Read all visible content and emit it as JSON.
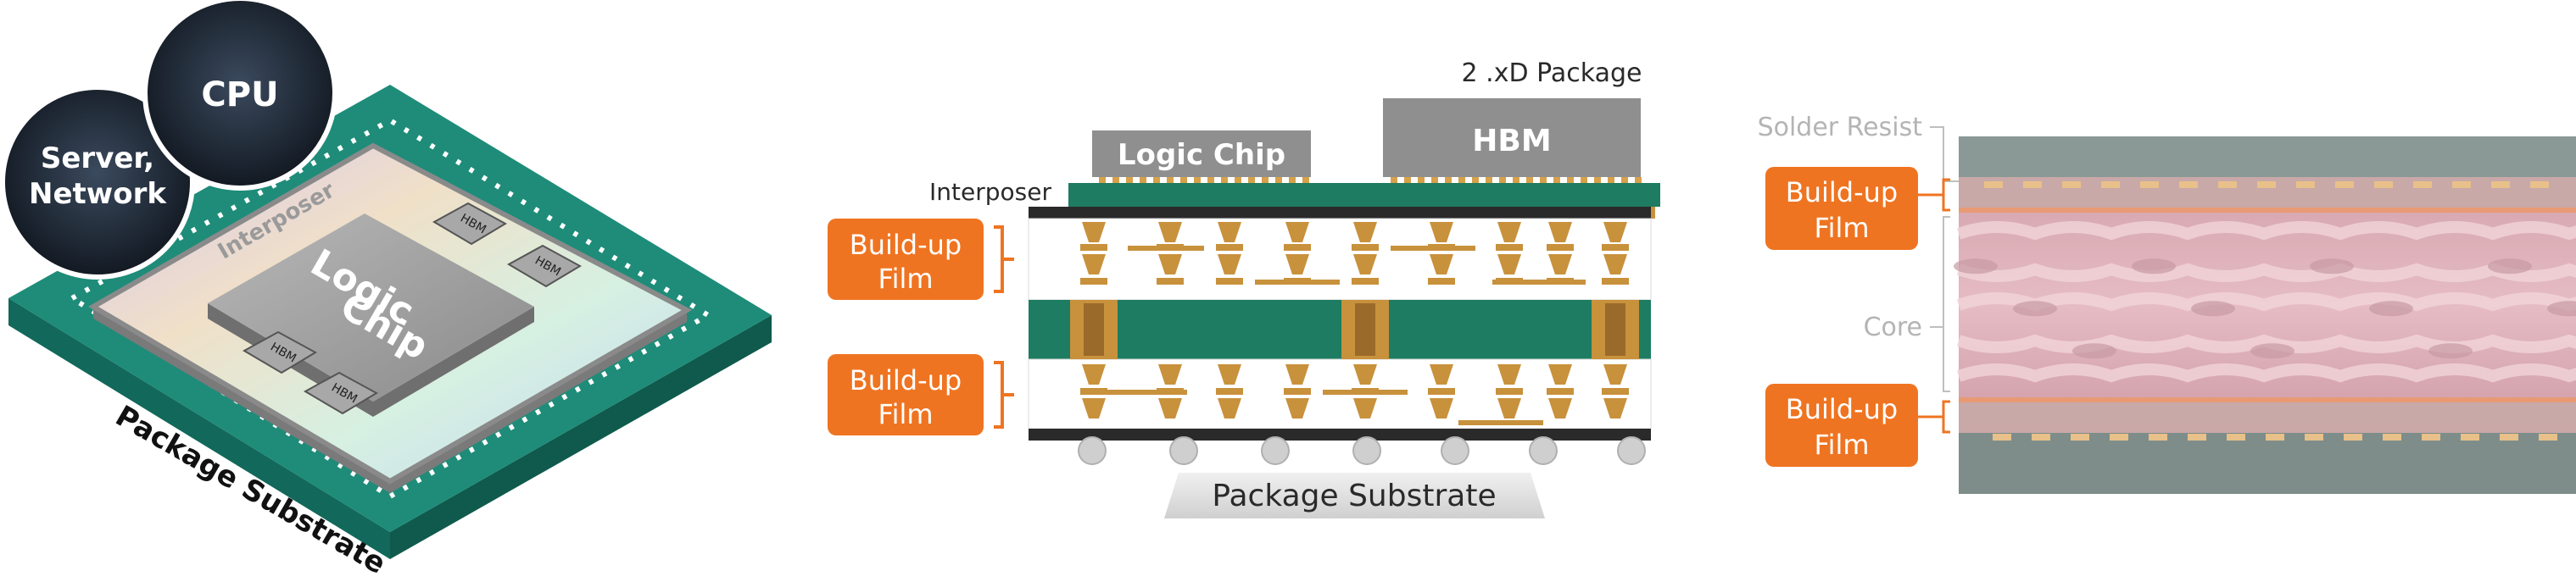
{
  "left_panel": {
    "badge_cpu": "CPU",
    "badge_server_line1": "Server,",
    "badge_server_line2": "Network",
    "interposer": "Interposer",
    "logic_line1": "Logic",
    "logic_line2": "Chip",
    "hbm": "HBM",
    "package_substrate": "Package Substrate"
  },
  "middle_panel": {
    "package_title": "2 .xD Package",
    "logic_chip": "Logic Chip",
    "hbm": "HBM",
    "interposer": "Interposer",
    "buildup_line1": "Build-up",
    "buildup_line2": "Film",
    "package_substrate": "Package Substrate"
  },
  "right_panel": {
    "solder_resist": "Solder Resist",
    "core": "Core",
    "buildup_line1": "Build-up",
    "buildup_line2": "Film"
  },
  "colors": {
    "accent_orange": "#ef7421",
    "substrate_teal": "#1e8c79",
    "copper": "#c8913c",
    "chip_grey": "#8f8f8f",
    "core_green": "#1d7c62"
  }
}
